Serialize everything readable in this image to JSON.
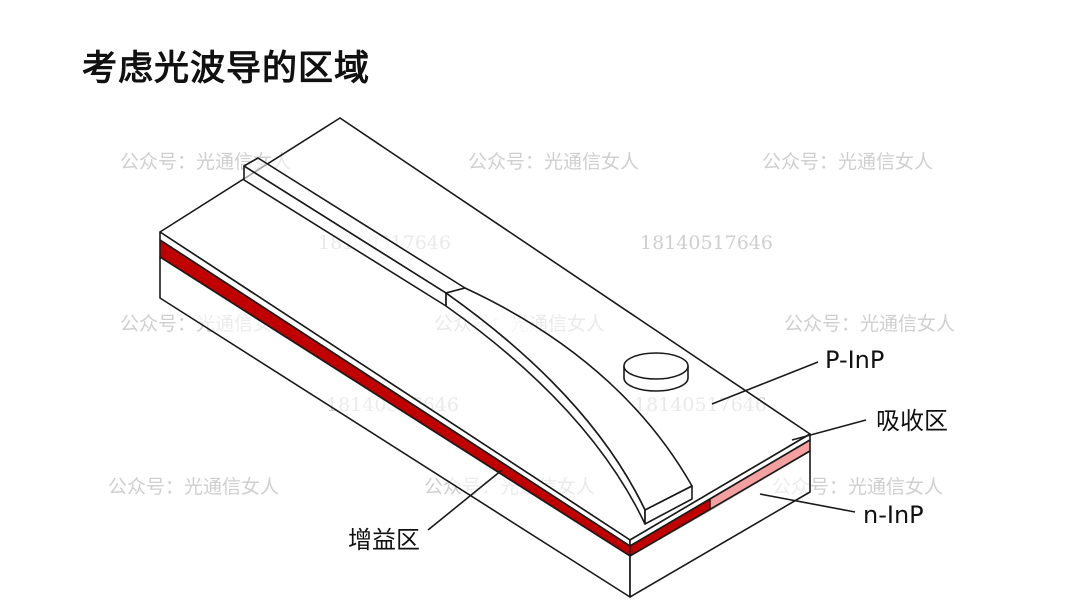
{
  "title": "考虑光波导的区域",
  "labels": {
    "p_inp": "P-InP",
    "absorb": "吸收区",
    "n_inp": "n-InP",
    "gain": "增益区"
  },
  "watermark": {
    "account": "公众号：光通信女人",
    "phone": "18140517646"
  },
  "colors": {
    "gain_layer": "#c00000",
    "absorb_layer": "#f4a0a0",
    "outline": "#1a1a1a",
    "watermark": "#cfcfcf"
  }
}
